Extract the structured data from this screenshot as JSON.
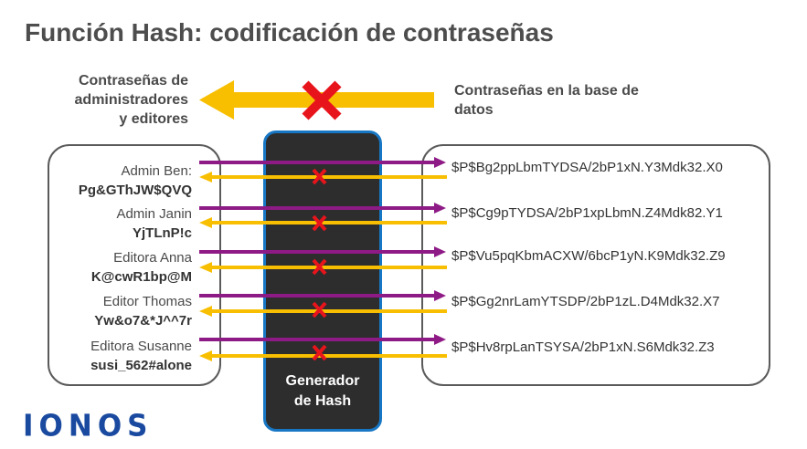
{
  "title": "Función Hash: codificación de contraseñas",
  "top_left": {
    "lines": [
      "Contraseñas de",
      "administradores",
      "y editores"
    ]
  },
  "top_right": {
    "lines": [
      "Contraseñas en la base de",
      "datos"
    ]
  },
  "hash_generator": {
    "lines": [
      "Generador",
      "de Hash"
    ]
  },
  "users": [
    {
      "name": "Admin Ben:",
      "password": "Pg&GThJW$QVQ",
      "hash": "$P$Bg2ppLbmTYDSA/2bP1xN.Y3Mdk32.X0"
    },
    {
      "name": "Admin Janin",
      "password": "YjTLnP!c",
      "hash": "$P$Cg9pTYDSA/2bP1xpLbmN.Z4Mdk82.Y1"
    },
    {
      "name": "Editora Anna",
      "password": "K@cwR1bp@M",
      "hash": "$P$Vu5pqKbmACXW/6bcP1yN.K9Mdk32.Z9"
    },
    {
      "name": "Editor Thomas",
      "password": "Yw&o7&*J^^7r",
      "hash": "$P$Gg2nrLamYTSDP/2bP1zL.D4Mdk32.X7"
    },
    {
      "name": "Editora Susanne",
      "password": "susi_562#alone",
      "hash": "$P$Hv8rpLanTSYSA/2bP1xN.S6Mdk32.Z3"
    }
  ],
  "logo": "IONOS",
  "colors": {
    "forward_arrow": "#8e1a86",
    "reverse_arrow": "#f8bf00",
    "blocked_mark": "#e8141c",
    "hash_border": "#1877c4",
    "hash_fill": "#2d2d2d",
    "logo": "#1a4aa0"
  }
}
